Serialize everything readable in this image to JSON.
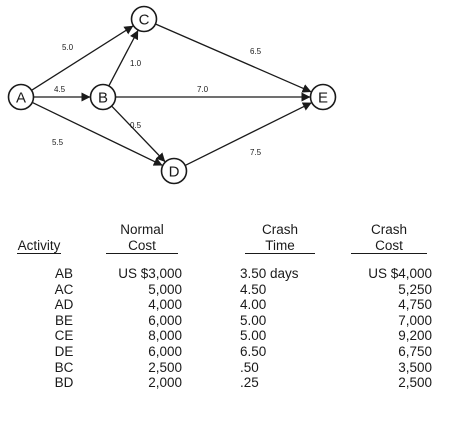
{
  "nodes": [
    {
      "id": "A",
      "label": "A"
    },
    {
      "id": "B",
      "label": "B"
    },
    {
      "id": "C",
      "label": "C"
    },
    {
      "id": "D",
      "label": "D"
    },
    {
      "id": "E",
      "label": "E"
    }
  ],
  "edges": [
    {
      "from": "A",
      "to": "C",
      "label": "5.0"
    },
    {
      "from": "A",
      "to": "B",
      "label": "4.5"
    },
    {
      "from": "A",
      "to": "D",
      "label": "5.5"
    },
    {
      "from": "B",
      "to": "C",
      "label": "1.0"
    },
    {
      "from": "B",
      "to": "E",
      "label": "7.0"
    },
    {
      "from": "B",
      "to": "D",
      "label": "0.5"
    },
    {
      "from": "C",
      "to": "E",
      "label": "6.5"
    },
    {
      "from": "D",
      "to": "E",
      "label": "7.5"
    }
  ],
  "table": {
    "headers": {
      "activity": {
        "line1": "",
        "line2": "Activity"
      },
      "normal_cost": {
        "line1": "Normal",
        "line2": "Cost"
      },
      "crash_time": {
        "line1": "Crash",
        "line2": "Time"
      },
      "crash_cost": {
        "line1": "Crash",
        "line2": "Cost"
      }
    },
    "rows": [
      {
        "activity": "AB",
        "normal_cost": "US $3,000",
        "crash_time": "3.50 days",
        "crash_cost": "US $4,000"
      },
      {
        "activity": "AC",
        "normal_cost": "5,000",
        "crash_time": "4.50",
        "crash_cost": "5,250"
      },
      {
        "activity": "AD",
        "normal_cost": "4,000",
        "crash_time": "4.00",
        "crash_cost": "4,750"
      },
      {
        "activity": "BE",
        "normal_cost": "6,000",
        "crash_time": "5.00",
        "crash_cost": "7,000"
      },
      {
        "activity": "CE",
        "normal_cost": "8,000",
        "crash_time": "5.00",
        "crash_cost": "9,200"
      },
      {
        "activity": "DE",
        "normal_cost": "6,000",
        "crash_time": "6.50",
        "crash_cost": "6,750"
      },
      {
        "activity": "BC",
        "normal_cost": "2,500",
        "crash_time": ".50",
        "crash_cost": "3,500"
      },
      {
        "activity": "BD",
        "normal_cost": "2,000",
        "crash_time": ".25",
        "crash_cost": "2,500"
      }
    ]
  }
}
